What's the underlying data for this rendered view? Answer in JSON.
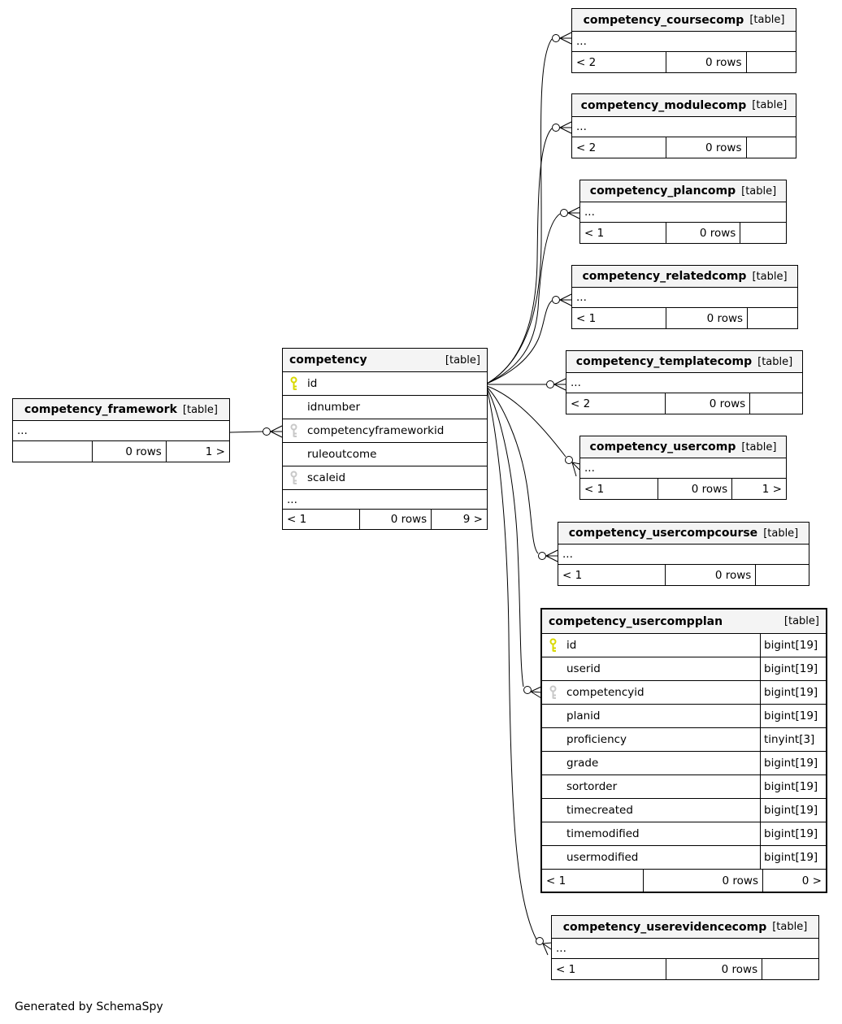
{
  "diagram": {
    "generated_by": "Generated by SchemaSpy",
    "table_tag": "[table]"
  },
  "colors": {
    "header_bg": "#f4f4f4",
    "border": "#000000",
    "primary_key": "#d8d800",
    "foreign_key": "#c8c8c8"
  },
  "tables": {
    "framework": {
      "title": "competency_framework",
      "tag": "[table]",
      "ellipsis": "...",
      "footer": [
        "",
        "0 rows",
        "1 >"
      ]
    },
    "competency": {
      "title": "competency",
      "tag": "[table]",
      "rows": [
        {
          "key": "pk",
          "name": "id"
        },
        {
          "key": "",
          "name": "idnumber"
        },
        {
          "key": "fk",
          "name": "competencyframeworkid"
        },
        {
          "key": "",
          "name": "ruleoutcome"
        },
        {
          "key": "fk",
          "name": "scaleid"
        }
      ],
      "ellipsis": "...",
      "footer": [
        "< 1",
        "0 rows",
        "9 >"
      ]
    },
    "coursecomp": {
      "title": "competency_coursecomp",
      "tag": "[table]",
      "ellipsis": "...",
      "footer": [
        "< 2",
        "0 rows",
        ""
      ]
    },
    "modulecomp": {
      "title": "competency_modulecomp",
      "tag": "[table]",
      "ellipsis": "...",
      "footer": [
        "< 2",
        "0 rows",
        ""
      ]
    },
    "plancomp": {
      "title": "competency_plancomp",
      "tag": "[table]",
      "ellipsis": "...",
      "footer": [
        "< 1",
        "0 rows",
        ""
      ]
    },
    "relatedcomp": {
      "title": "competency_relatedcomp",
      "tag": "[table]",
      "ellipsis": "...",
      "footer": [
        "< 1",
        "0 rows",
        ""
      ]
    },
    "templatecomp": {
      "title": "competency_templatecomp",
      "tag": "[table]",
      "ellipsis": "...",
      "footer": [
        "< 2",
        "0 rows",
        ""
      ]
    },
    "usercomp": {
      "title": "competency_usercomp",
      "tag": "[table]",
      "ellipsis": "...",
      "footer": [
        "< 1",
        "0 rows",
        "1 >"
      ]
    },
    "usercompcourse": {
      "title": "competency_usercompcourse",
      "tag": "[table]",
      "ellipsis": "...",
      "footer": [
        "< 1",
        "0 rows",
        ""
      ]
    },
    "usercompplan": {
      "title": "competency_usercompplan",
      "tag": "[table]",
      "rows": [
        {
          "key": "pk",
          "name": "id",
          "type": "bigint[19]"
        },
        {
          "key": "",
          "name": "userid",
          "type": "bigint[19]"
        },
        {
          "key": "fk",
          "name": "competencyid",
          "type": "bigint[19]"
        },
        {
          "key": "",
          "name": "planid",
          "type": "bigint[19]"
        },
        {
          "key": "",
          "name": "proficiency",
          "type": "tinyint[3]"
        },
        {
          "key": "",
          "name": "grade",
          "type": "bigint[19]"
        },
        {
          "key": "",
          "name": "sortorder",
          "type": "bigint[19]"
        },
        {
          "key": "",
          "name": "timecreated",
          "type": "bigint[19]"
        },
        {
          "key": "",
          "name": "timemodified",
          "type": "bigint[19]"
        },
        {
          "key": "",
          "name": "usermodified",
          "type": "bigint[19]"
        }
      ],
      "footer": [
        "< 1",
        "0 rows",
        "0 >"
      ]
    },
    "userevidencecomp": {
      "title": "competency_userevidencecomp",
      "tag": "[table]",
      "ellipsis": "...",
      "footer": [
        "< 1",
        "0 rows",
        ""
      ]
    }
  }
}
